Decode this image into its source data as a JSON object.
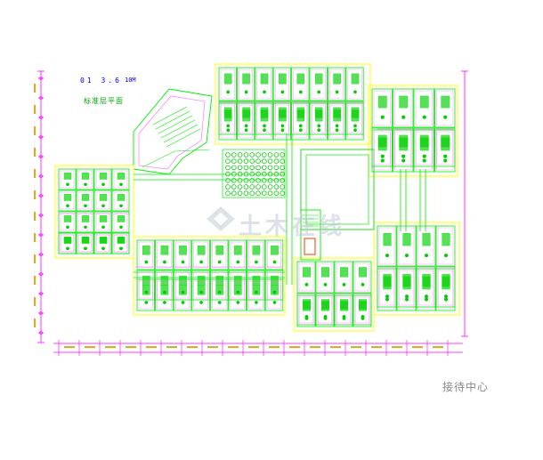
{
  "drawing": {
    "scale_text": "01 3.6",
    "scale_unit": "10M",
    "plan_title": "标准层平面",
    "watermark_text": "土木在线",
    "caption": "接待中心"
  },
  "colors": {
    "wall": "#00ee00",
    "outline": "#ffff00",
    "partition": "#ff66ff",
    "axis": "#ff00ff",
    "furniture": "#00cc00",
    "stair": "#ff3300",
    "dim_text": "#cc9900",
    "title_blue": "#0000ff"
  },
  "icons": {
    "watermark_logo": "diamond-logo-icon",
    "stair": "stair-icon",
    "courtyard": "courtyard-icon"
  }
}
